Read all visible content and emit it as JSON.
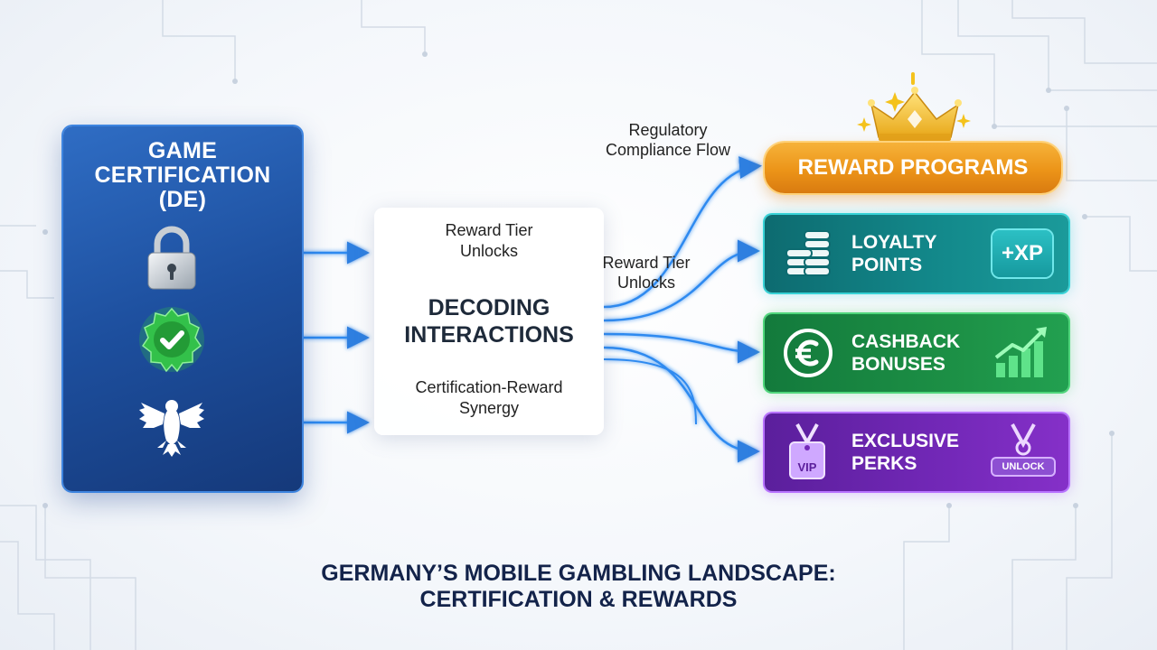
{
  "certification": {
    "title": [
      "GAME",
      "CERTIFICATION",
      "(DE)"
    ],
    "icons": [
      "padlock-icon",
      "verified-check-badge-icon",
      "german-eagle-icon"
    ]
  },
  "center": {
    "top_label": [
      "Reward Tier",
      "Unlocks"
    ],
    "main_label": [
      "DECODING",
      "INTERACTIONS"
    ],
    "bottom_label": [
      "Certification-Reward",
      "Synergy"
    ]
  },
  "flow_labels": {
    "regulatory": [
      "Regulatory",
      "Compliance Flow"
    ],
    "reward_tier": [
      "Reward Tier",
      "Unlocks"
    ]
  },
  "rewards": {
    "header": "REWARD PROGRAMS",
    "header_icon": "crown-icon",
    "cards": [
      {
        "label": [
          "LOYALTY",
          "POINTS"
        ],
        "icon": "coin-stack-icon",
        "badge": "+XP",
        "color": "#138a8c"
      },
      {
        "label": [
          "CASHBACK",
          "BONUSES"
        ],
        "icon": "euro-coin-icon",
        "badge_icon": "growth-chart-icon",
        "color": "#1c8f45"
      },
      {
        "label": [
          "EXCLUSIVE",
          "PERKS"
        ],
        "icon": "vip-pass-icon",
        "vip": "VIP",
        "badge": "UNLOCK",
        "color": "#7328b8"
      }
    ]
  },
  "footer": {
    "title": [
      "GERMANY’S MOBILE GAMBLING LANDSCAPE:",
      "CERTIFICATION & REWARDS"
    ]
  },
  "colors": {
    "cert_panel": "#1d4f9e",
    "flow_line": "#2f8af0",
    "reward_header": "#ec9418",
    "title_text": "#13234a"
  }
}
